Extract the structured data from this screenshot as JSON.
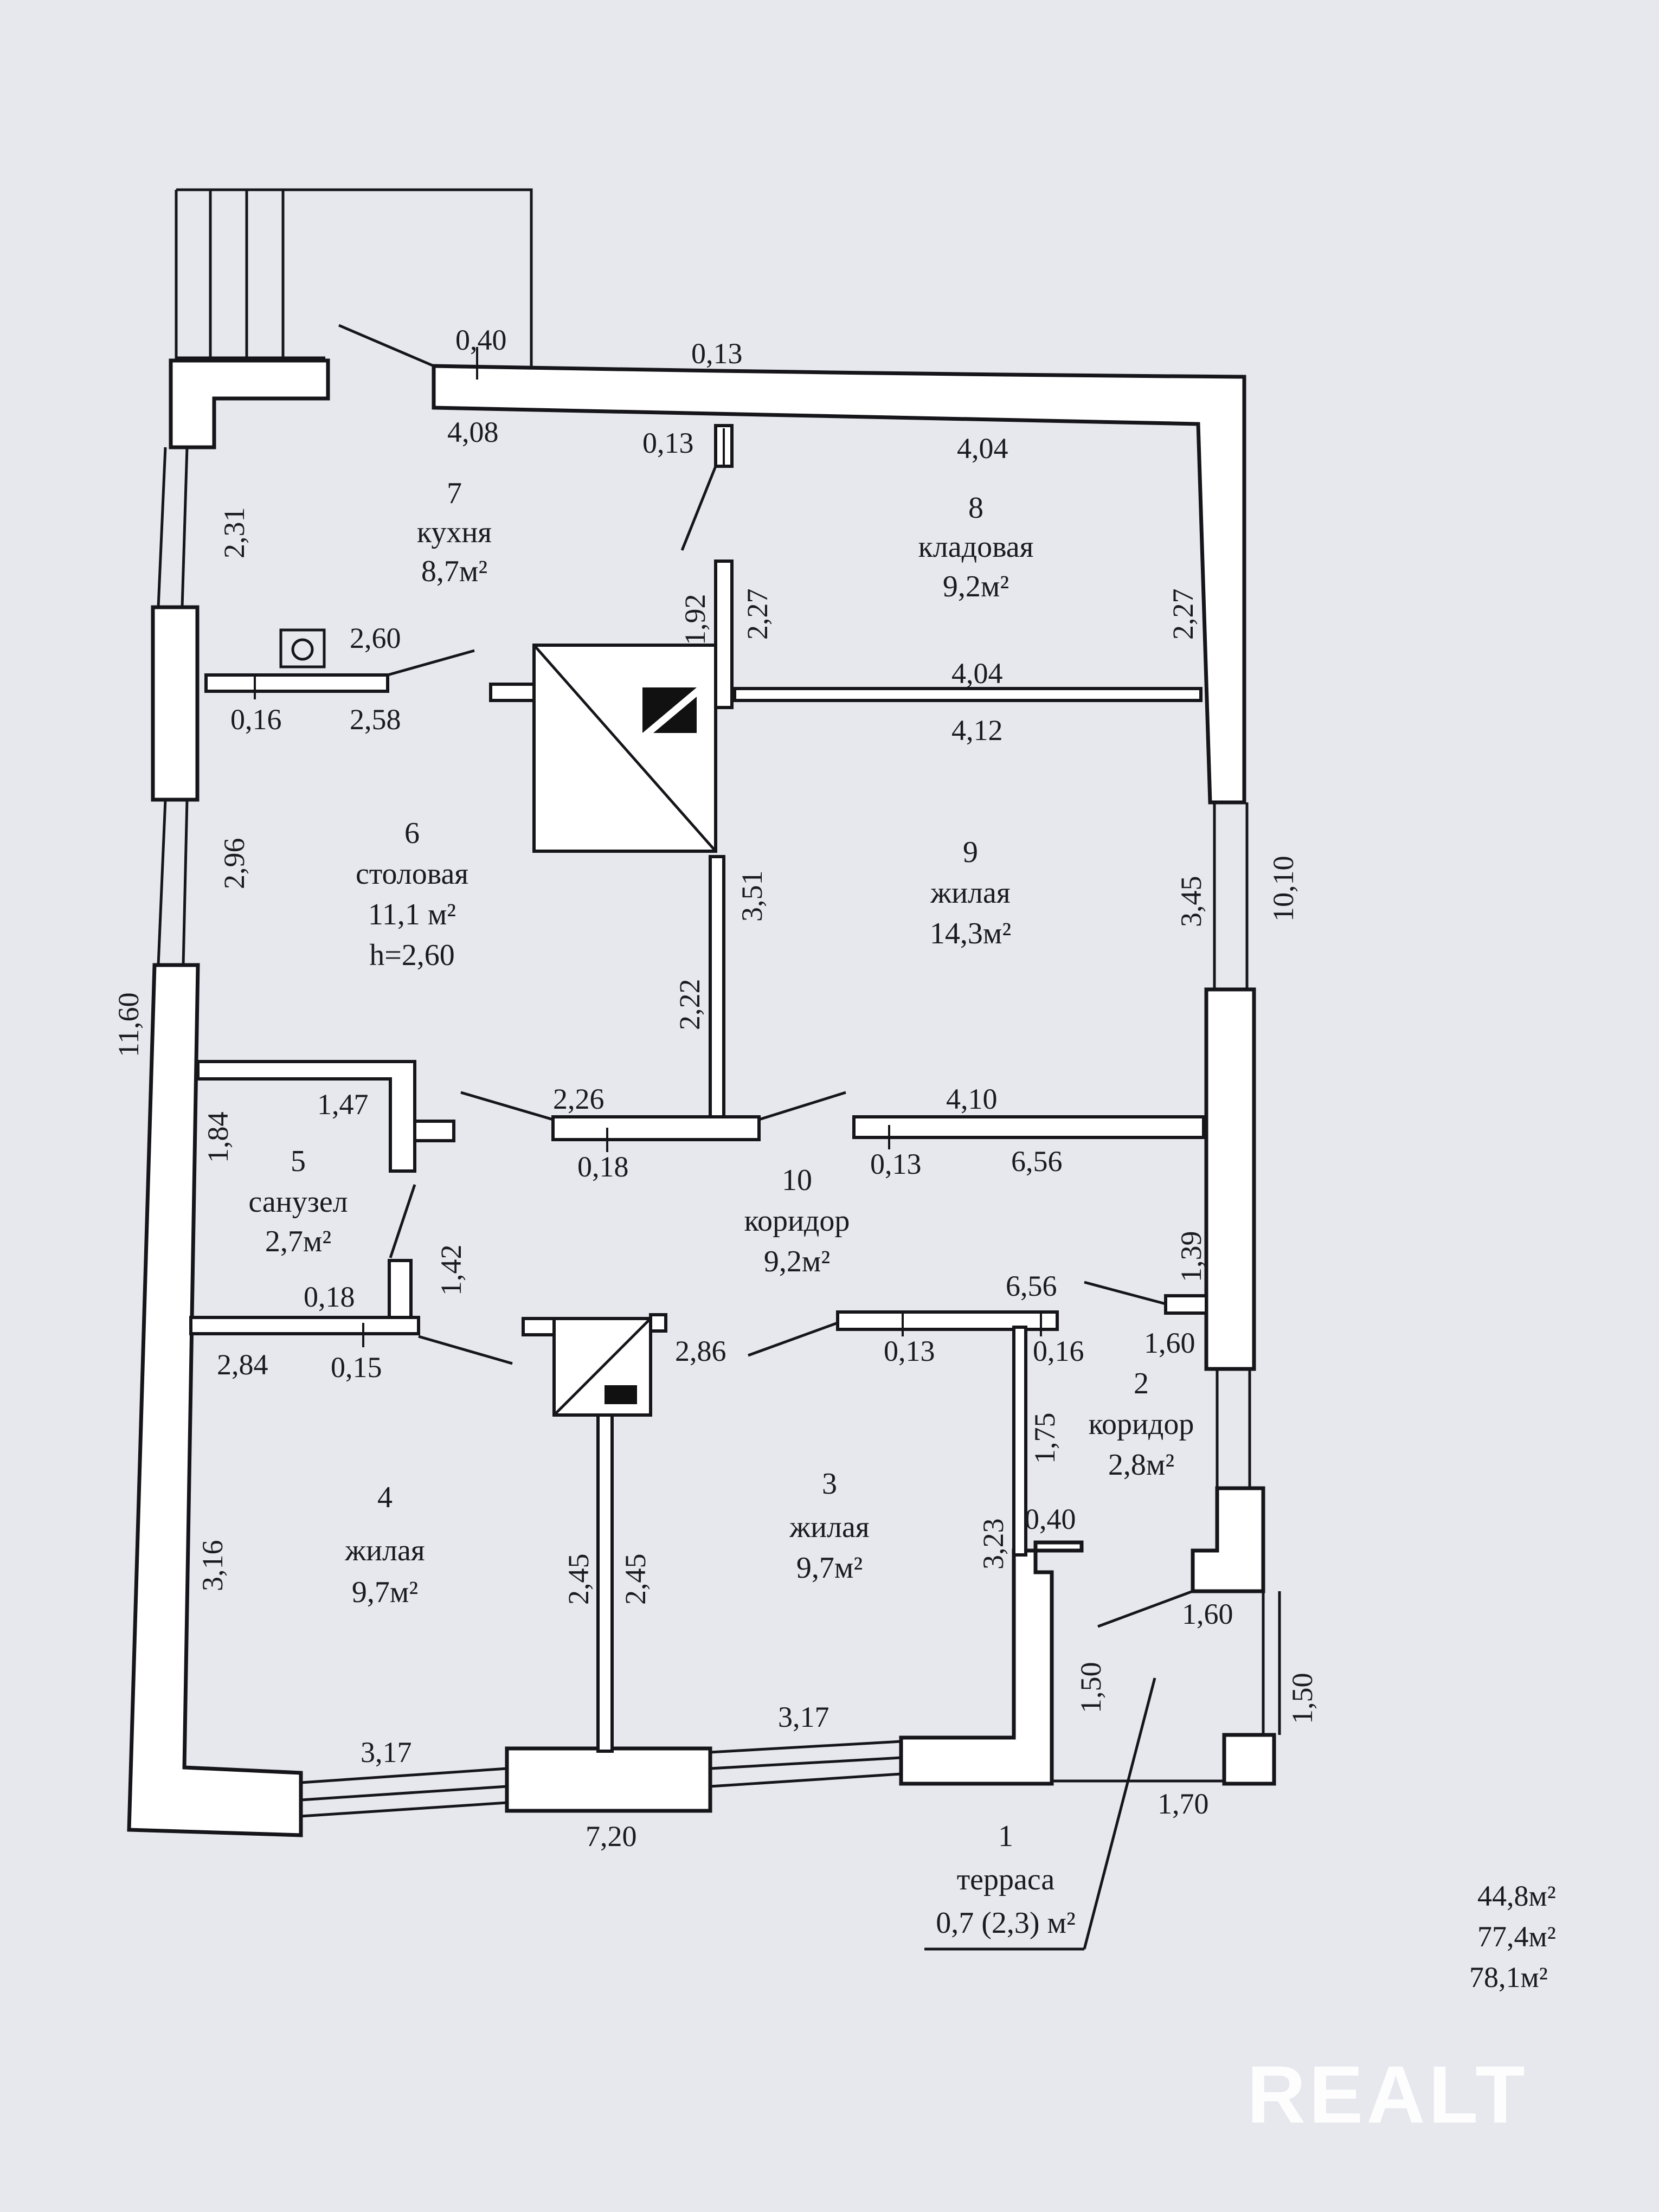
{
  "rooms": [
    {
      "id": "1",
      "name": "терраса",
      "area": "0,7 (2,3) м²"
    },
    {
      "id": "2",
      "name": "коридор",
      "area": "2,8м²"
    },
    {
      "id": "3",
      "name": "жилая",
      "area": "9,7м²"
    },
    {
      "id": "4",
      "name": "жилая",
      "area": "9,7м²"
    },
    {
      "id": "5",
      "name": "санузел",
      "area": "2,7м²"
    },
    {
      "id": "6",
      "name": "столовая",
      "area": "11,1 м²",
      "extra": "h=2,60"
    },
    {
      "id": "7",
      "name": "кухня",
      "area": "8,7м²"
    },
    {
      "id": "8",
      "name": "кладовая",
      "area": "9,2м²"
    },
    {
      "id": "9",
      "name": "жилая",
      "area": "14,3м²"
    },
    {
      "id": "10",
      "name": "коридор",
      "area": "9,2м²"
    }
  ],
  "dimensions": {
    "d040_top": "0,40",
    "d013_top": "0,13",
    "d408": "4,08",
    "d013_a": "0,13",
    "d404_top": "4,04",
    "d231": "2,31",
    "d192": "1,92",
    "d227_a": "2,27",
    "d227_b": "2,27",
    "d260": "2,60",
    "d016": "0,16",
    "d258": "2,58",
    "d404_mid": "4,04",
    "d412": "4,12",
    "d296": "2,96",
    "d351": "3,51",
    "d345": "3,45",
    "d1010": "10,10",
    "d222": "2,22",
    "d1160": "11,60",
    "d184": "1,84",
    "d147": "1,47",
    "d226": "2,26",
    "d410": "4,10",
    "d018_a": "0,18",
    "d013_b": "0,13",
    "d656_a": "6,56",
    "d142": "1,42",
    "d139": "1,39",
    "d018_b": "0,18",
    "d656_b": "6,56",
    "d284": "2,84",
    "d015": "0,15",
    "d286": "2,86",
    "d013_c": "0,13",
    "d016_b": "0,16",
    "d160_a": "1,60",
    "d175": "1,75",
    "d323": "3,23",
    "d040_b": "0,40",
    "d316": "3,16",
    "d245_a": "2,45",
    "d245_b": "2,45",
    "d160_b": "1,60",
    "d150_a": "1,50",
    "d150_b": "1,50",
    "d317_a": "3,17",
    "d317_b": "3,17",
    "d720": "7,20",
    "d170": "1,70"
  },
  "summary": [
    "44,8м²",
    "77,4м²",
    "78,1м²"
  ],
  "watermark": "REALT"
}
